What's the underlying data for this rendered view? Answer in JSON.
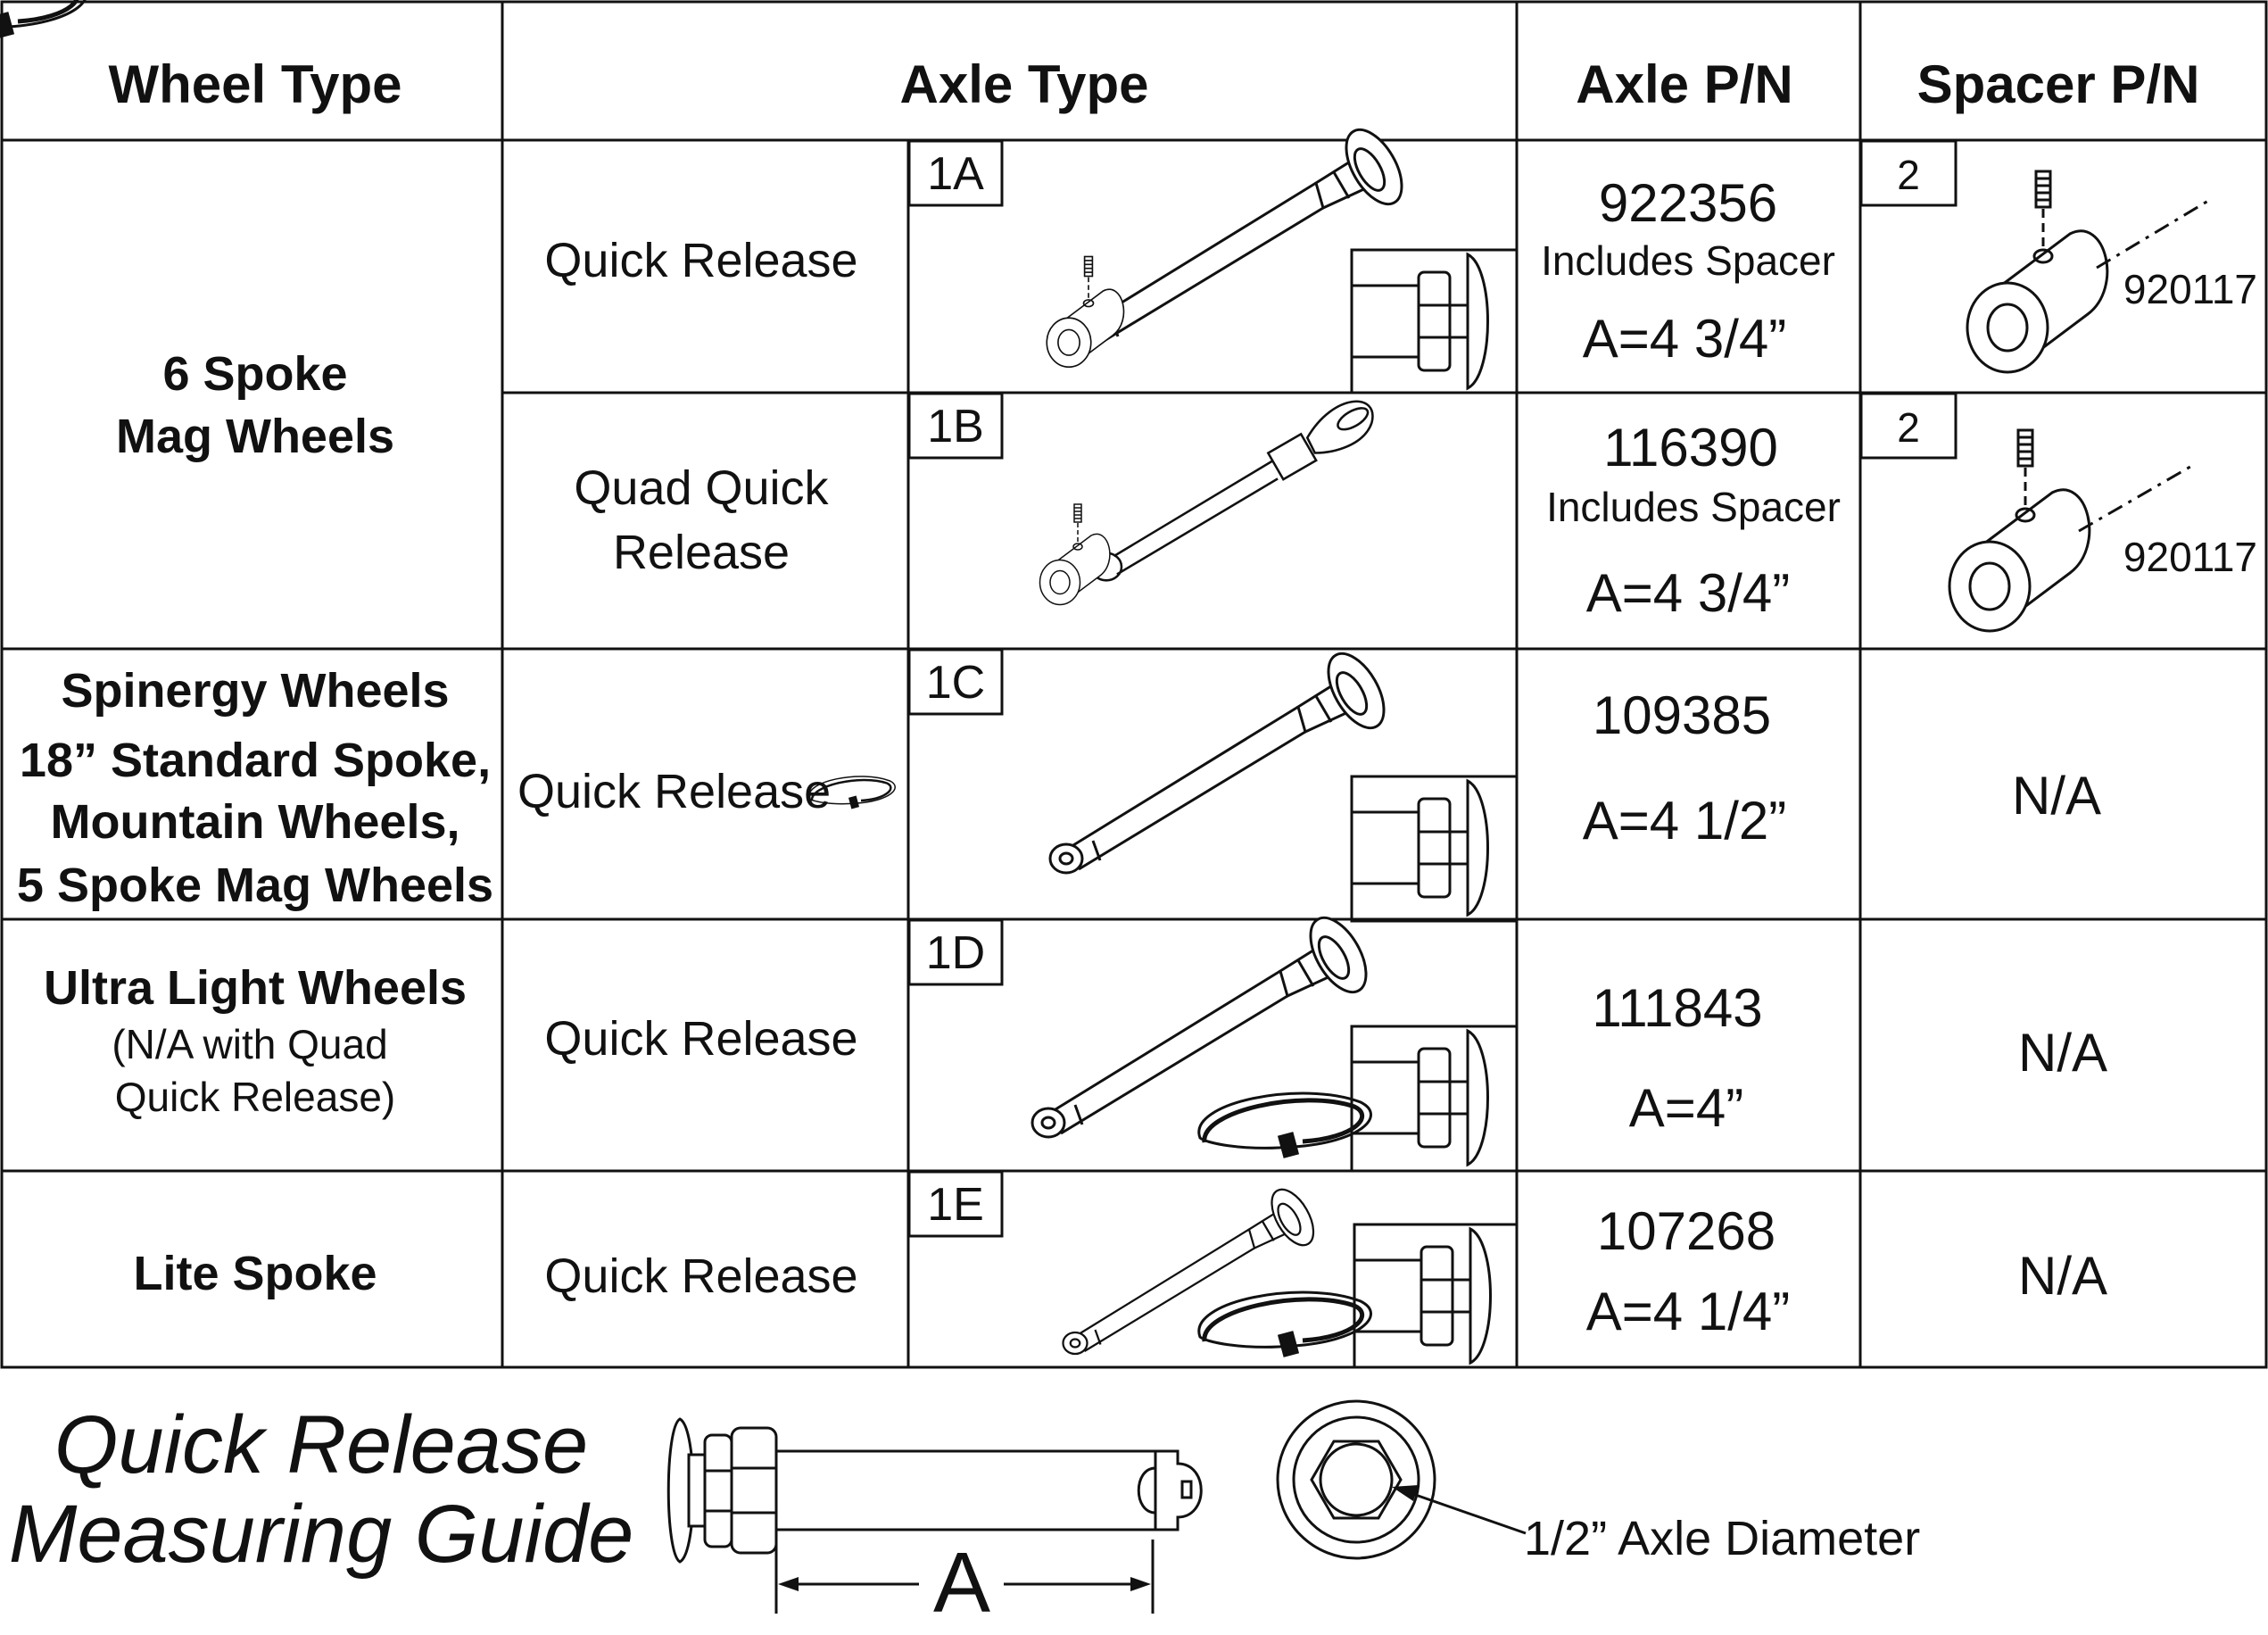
{
  "table": {
    "headers": [
      "Wheel Type",
      "Axle Type",
      "Axle P/N",
      "Spacer P/N"
    ],
    "rows": [
      {
        "wheel_lines": [
          "6 Spoke",
          "Mag Wheels"
        ],
        "axles": [
          {
            "type_lines": [
              "Quick Release"
            ],
            "code": "1A",
            "pn": "922356",
            "note": "Includes Spacer",
            "length": "A=4 3/4”",
            "spacer_code": "2",
            "spacer_pn": "920117"
          },
          {
            "type_lines": [
              "Quad Quick",
              "Release"
            ],
            "code": "1B",
            "pn": "116390",
            "note": "Includes Spacer",
            "length": "A=4 3/4”",
            "spacer_code": "2",
            "spacer_pn": "920117"
          }
        ]
      },
      {
        "wheel_lines": [
          "Spinergy Wheels",
          "18” Standard Spoke,",
          "Mountain Wheels,",
          "5 Spoke Mag Wheels"
        ],
        "axles": [
          {
            "type_lines": [
              "Quick Release"
            ],
            "code": "1C",
            "pn": "109385",
            "length": "A=4 1/2”",
            "spacer": "N/A"
          }
        ]
      },
      {
        "wheel_lines": [
          "Ultra Light Wheels"
        ],
        "wheel_sub_lines": [
          "(N/A with Quad",
          "Quick Release)"
        ],
        "axles": [
          {
            "type_lines": [
              "Quick Release"
            ],
            "code": "1D",
            "pn": "111843",
            "length": "A=4”",
            "spacer": "N/A"
          }
        ]
      },
      {
        "wheel_lines": [
          "Lite Spoke"
        ],
        "axles": [
          {
            "type_lines": [
              "Quick Release"
            ],
            "code": "1E",
            "pn": "107268",
            "length": "A=4 1/4”",
            "spacer": "N/A"
          }
        ]
      }
    ]
  },
  "guide": {
    "title_lines": [
      "Quick Release",
      "Measuring Guide"
    ],
    "dimension_label": "A",
    "diameter_label": "1/2” Axle Diameter"
  },
  "icons": [
    "axle-icon",
    "spacer-icon",
    "snap-ring-icon",
    "hex-nut-icon",
    "set-screw-icon",
    "quad-release-loop-icon"
  ]
}
